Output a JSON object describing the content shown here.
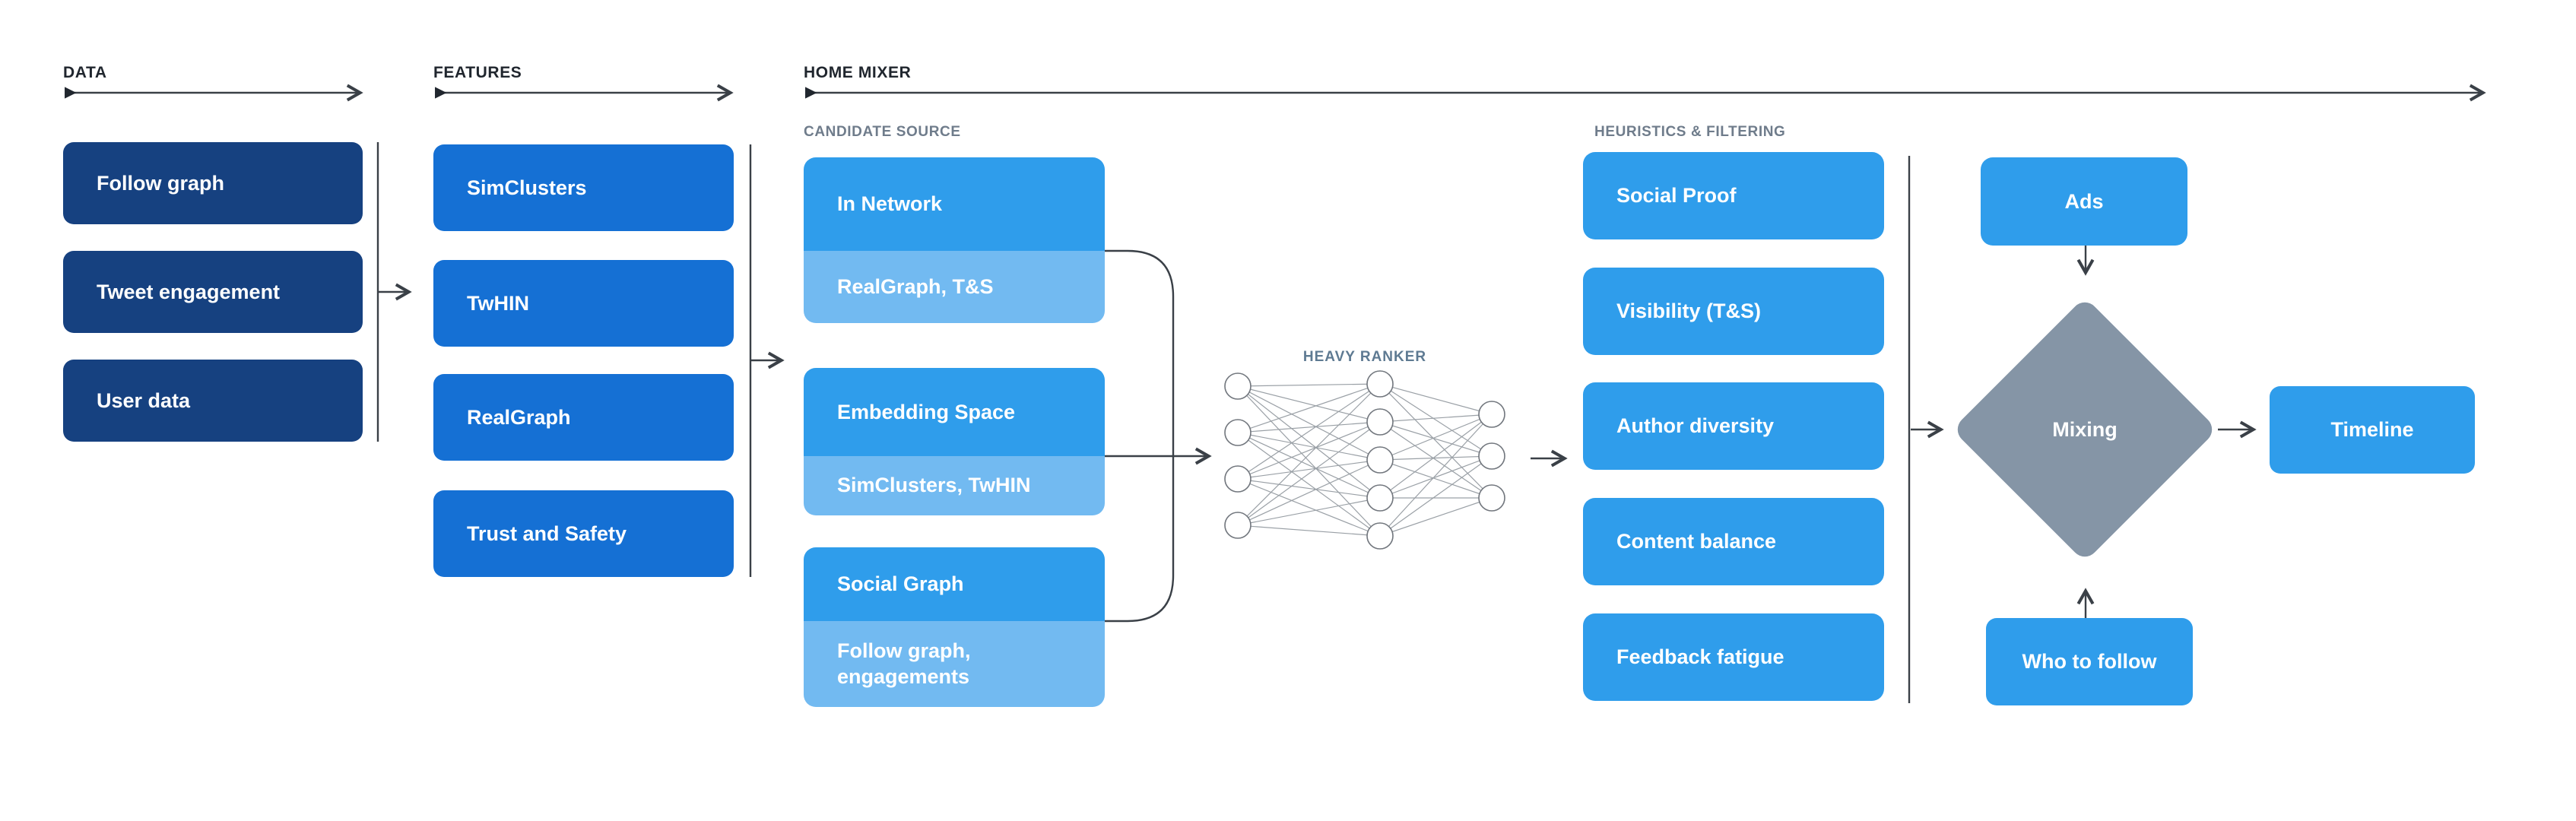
{
  "colors": {
    "navy": "#164180",
    "royal": "#1570d4",
    "bright": "#2f9deb",
    "light_blue": "#72baf1",
    "diamond_gray": "#8595a6",
    "line": "#3a4047",
    "header_text": "#20262e",
    "sub_label": "#6f7c8b",
    "ranker_label": "#5e7a92"
  },
  "headers": {
    "data": "DATA",
    "features": "FEATURES",
    "home_mixer": "HOME MIXER"
  },
  "data_column": {
    "boxes": [
      {
        "label": "Follow graph"
      },
      {
        "label": "Tweet engagement"
      },
      {
        "label": "User data"
      }
    ]
  },
  "features_column": {
    "boxes": [
      {
        "label": "SimClusters"
      },
      {
        "label": "TwHIN"
      },
      {
        "label": "RealGraph"
      },
      {
        "label": "Trust and Safety"
      }
    ]
  },
  "candidate_source": {
    "label": "CANDIDATE SOURCE",
    "boxes": [
      {
        "title": "In Network",
        "subtitle": "RealGraph, T&S"
      },
      {
        "title": "Embedding Space",
        "subtitle": "SimClusters, TwHIN"
      },
      {
        "title": "Social Graph",
        "subtitle": "Follow graph, engagements"
      }
    ]
  },
  "heavy_ranker": {
    "label": "HEAVY RANKER"
  },
  "heuristics": {
    "label": "HEURISTICS & FILTERING",
    "boxes": [
      {
        "label": "Social Proof"
      },
      {
        "label": "Visibility (T&S)"
      },
      {
        "label": "Author diversity"
      },
      {
        "label": "Content balance"
      },
      {
        "label": "Feedback fatigue"
      }
    ]
  },
  "mixing_stage": {
    "ads_label": "Ads",
    "mixing_label": "Mixing",
    "who_to_follow_label": "Who to follow",
    "timeline_label": "Timeline"
  }
}
